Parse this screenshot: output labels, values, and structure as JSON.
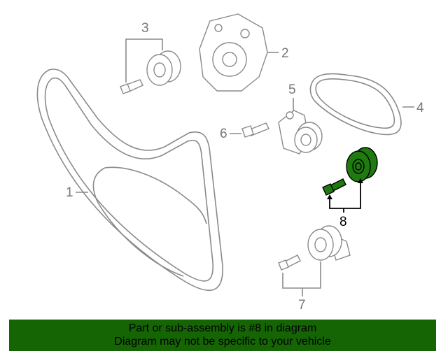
{
  "diagram": {
    "callouts": [
      "1",
      "2",
      "3",
      "4",
      "5",
      "6",
      "7",
      "8"
    ],
    "highlighted_callout": "8",
    "highlight_color": "#1f7a10"
  },
  "banner": {
    "line1": "Part or sub-assembly is #8 in diagram",
    "line2": "Diagram may not be specific to your vehicle",
    "color": "#156505"
  }
}
